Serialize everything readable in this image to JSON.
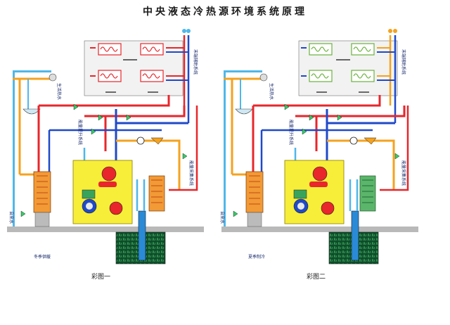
{
  "title": "中央液态冷热源环境系统原理",
  "panels": [
    {
      "season_label": "冬季供暖",
      "caption": "彩图一",
      "labels": {
        "hot_water": "生活热水",
        "terminal": "末端辅助系统",
        "energy_lift": "能量提升系统",
        "energy_collect": "能量采集系统",
        "water_supply": "自来水"
      }
    },
    {
      "season_label": "夏季制冷",
      "caption": "彩图二",
      "labels": {
        "hot_water": "生活热水",
        "terminal": "末端辅助系统",
        "energy_lift": "能量提升系统",
        "energy_collect": "能量采集系统",
        "water_supply": "自来水"
      }
    }
  ],
  "colors": {
    "hot_pipe": "#e8262b",
    "cold_pipe": "#1f49c9",
    "warm_pipe": "#f4a21e",
    "light_pipe": "#4fb7ea",
    "machine": "#f7ee3a",
    "ground": "#1b6b3c"
  }
}
